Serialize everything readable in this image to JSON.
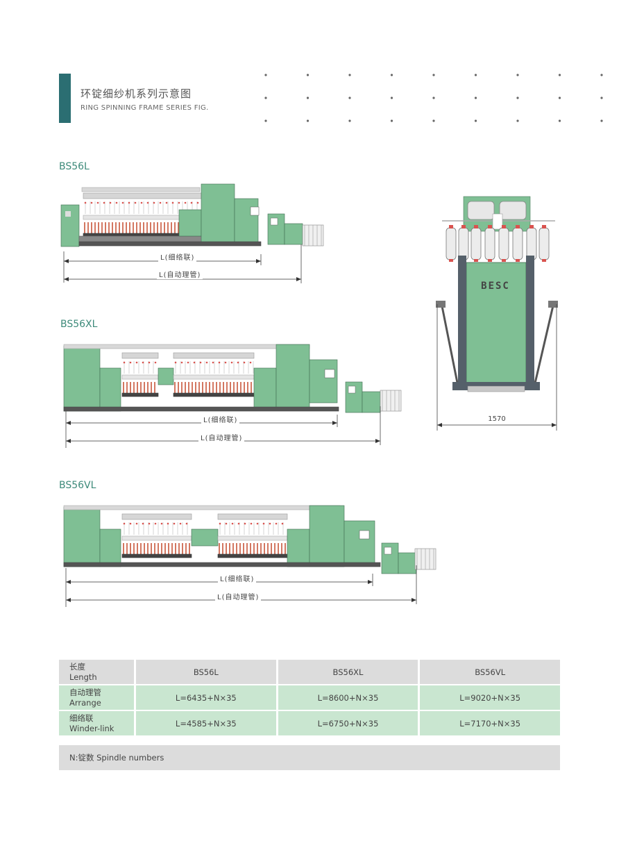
{
  "header": {
    "title_cn": "环锭细纱机系列示意图",
    "title_en": "RING SPINNING FRAME SERIES FIG."
  },
  "colors": {
    "accent": "#2b6e72",
    "machine_green": "#7fbf94",
    "table_header": "#dcdcdc",
    "table_row": "#c9e6d0"
  },
  "models": {
    "l": {
      "name": "BS56L",
      "dim_winder": "L(细络联)",
      "dim_arrange": "L(自动理管)"
    },
    "xl": {
      "name": "BS56XL",
      "dim_winder": "L(细络联)",
      "dim_arrange": "L(自动理管)"
    },
    "vl": {
      "name": "BS56VL",
      "dim_winder": "L(细络联)",
      "dim_arrange": "L(自动理管)"
    }
  },
  "side_view": {
    "brand": "BESC",
    "width_label": "1570"
  },
  "table": {
    "header": {
      "label_cn": "长度",
      "label_en": "Length",
      "cols": [
        "BS56L",
        "BS56XL",
        "BS56VL"
      ]
    },
    "rows": [
      {
        "label_cn": "自动理管",
        "label_en": "Arrange",
        "values": [
          "L=6435+N×35",
          "L=8600+N×35",
          "L=9020+N×35"
        ]
      },
      {
        "label_cn": "细络联",
        "label_en": "Winder-link",
        "values": [
          "L=4585+N×35",
          "L=6750+N×35",
          "L=7170+N×35"
        ]
      }
    ]
  },
  "note": "N:锭数 Spindle numbers"
}
